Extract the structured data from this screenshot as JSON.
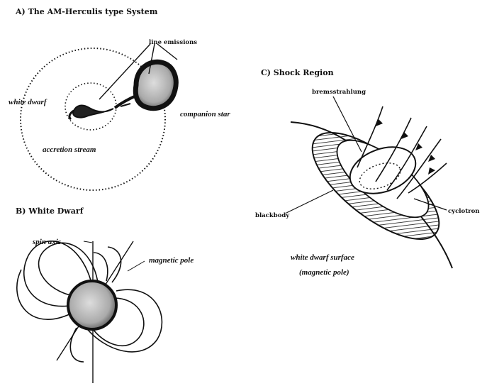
{
  "panel_a": {
    "title": "A)  The AM-Herculis type System",
    "labels": {
      "line_emissions": "line emissions",
      "white_dwarf": "white dwarf",
      "companion_star": "companion star",
      "accretion_stream": "accretion stream"
    }
  },
  "panel_b": {
    "title": "B)   White Dwarf",
    "labels": {
      "spin_axis": "spin axis",
      "magnetic_pole": "magnetic pole"
    }
  },
  "panel_c": {
    "title": "C)  Shock Region",
    "labels": {
      "bremsstrahlung": "bremsstrahlung",
      "blackbody": "blackbody",
      "cyclotron": "cyclotron",
      "surface_line1": "white dwarf surface",
      "surface_line2": "(magnetic pole)"
    }
  }
}
